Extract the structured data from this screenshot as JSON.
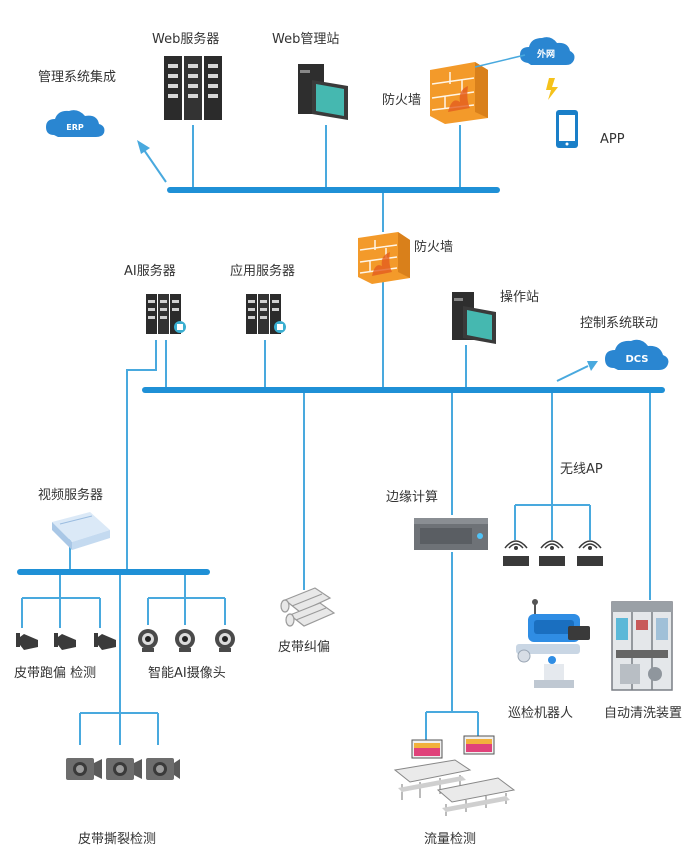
{
  "colors": {
    "bus": "#1f90d6",
    "line": "#49a9de",
    "cloud": "#2a86d1",
    "firewall": "#f39a2a",
    "text": "#333333"
  },
  "labels": {
    "web_server": "Web服务器",
    "web_station": "Web管理站",
    "mgmt_integration": "管理系统集成",
    "firewall_top": "防火墙",
    "app": "APP",
    "firewall_mid": "防火墙",
    "ai_server": "AI服务器",
    "app_server": "应用服务器",
    "op_station": "操作站",
    "control_linkage": "控制系统联动",
    "video_server": "视频服务器",
    "edge_compute": "边缘计算",
    "wireless_ap": "无线AP",
    "belt_deviation_detect": "皮带跑偏 检测",
    "smart_ai_camera": "智能AI摄像头",
    "belt_correction": "皮带纠偏",
    "patrol_robot": "巡检机器人",
    "auto_cleaning": "自动清洗装置",
    "belt_tear_detect": "皮带撕裂检测",
    "flow_detect": "流量检测"
  },
  "clouds": {
    "erp": "ERP",
    "internet": "外网",
    "dcs": "DCS"
  }
}
